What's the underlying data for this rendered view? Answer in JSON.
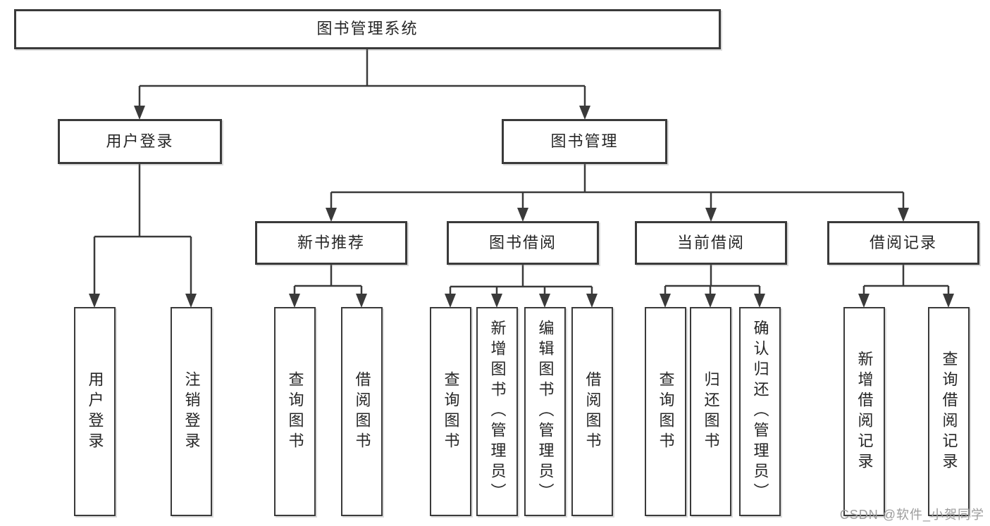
{
  "colors": {
    "line": "#3a3a3a",
    "box_background": "#ffffff",
    "background": "#ffffff",
    "text": "#262626",
    "watermark_text": "#9c9c9c"
  },
  "watermark": "CSDN @软件_小贺同学",
  "nodes": {
    "root": "图书管理系统",
    "level2": {
      "user_login": "用户登录",
      "book_management": "图书管理"
    },
    "level3": {
      "new_book_recommend": "新书推荐",
      "book_borrowing": "图书借阅",
      "current_borrowing": "当前借阅",
      "borrowing_records": "借阅记录"
    },
    "leaves": {
      "user_login": [
        "用户登录",
        "注销登录"
      ],
      "new_book_recommend": [
        "查询图书",
        "借阅图书"
      ],
      "book_borrowing": [
        "查询图书",
        "新增图书（管理员）",
        "编辑图书（管理员）",
        "借阅图书"
      ],
      "current_borrowing": [
        "查询图书",
        "归还图书",
        "确认归还（管理员）"
      ],
      "borrowing_records": [
        "新增借阅记录",
        "查询借阅记录"
      ]
    }
  }
}
